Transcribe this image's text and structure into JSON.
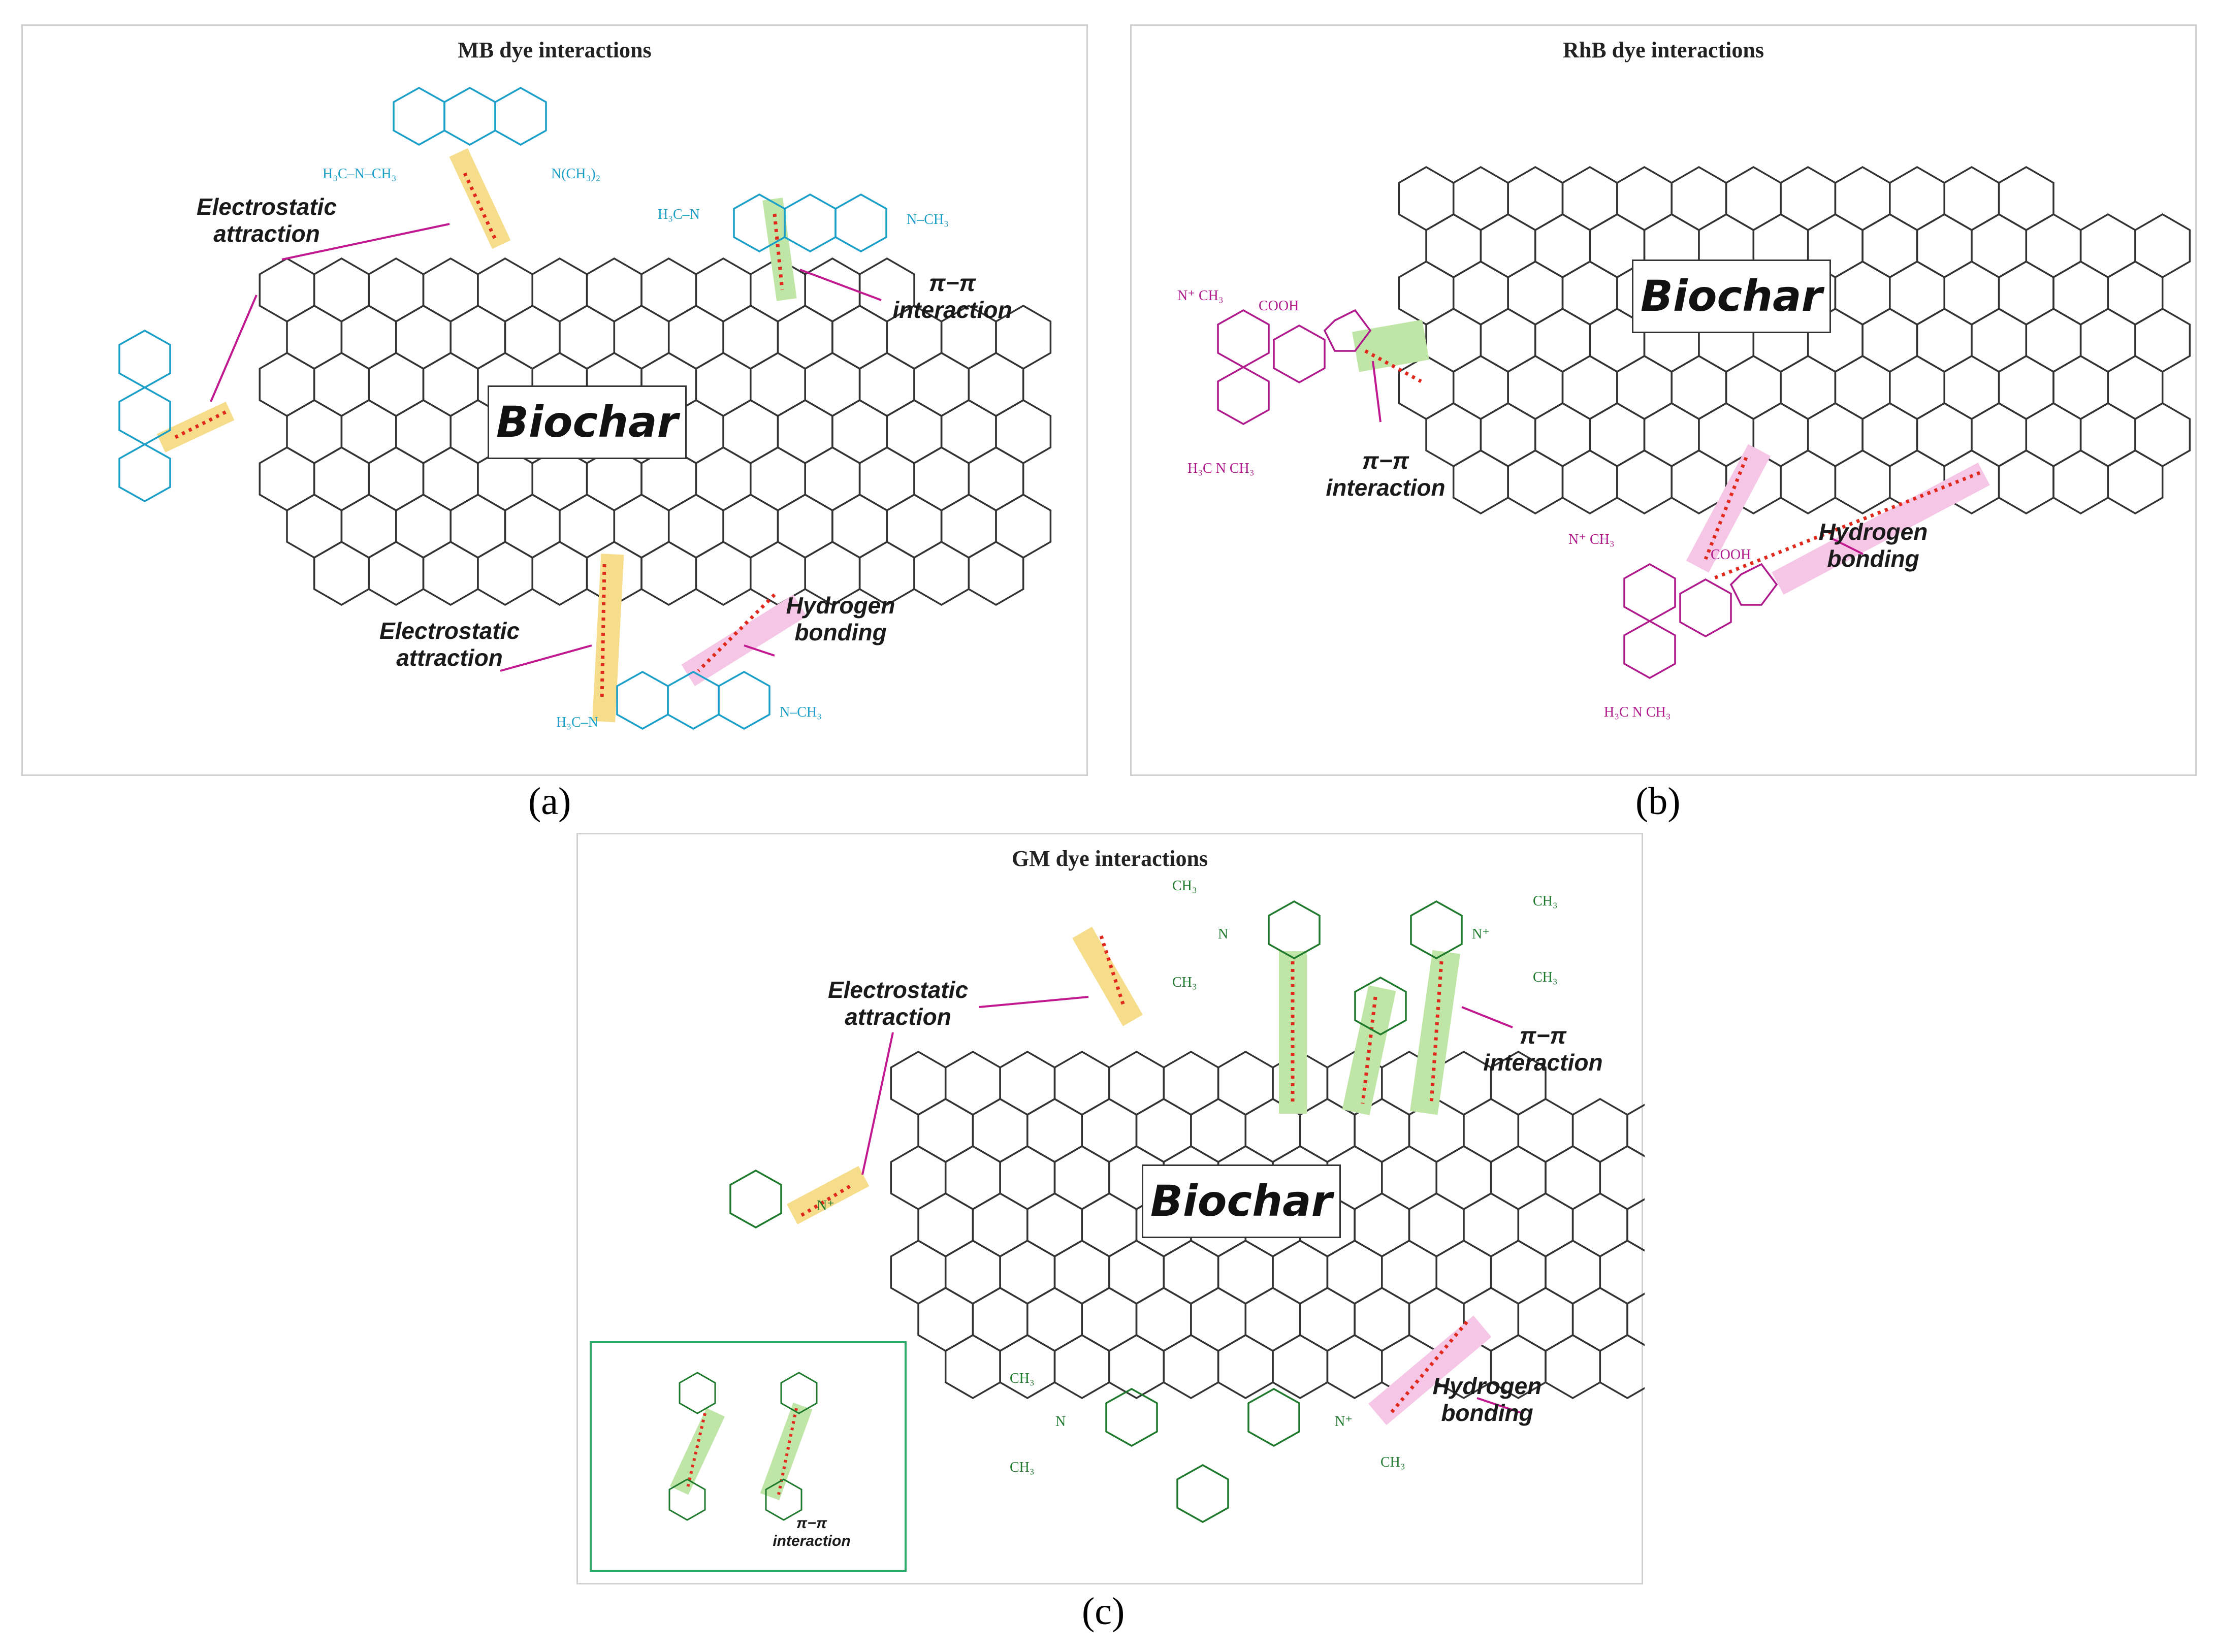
{
  "panels": {
    "a": {
      "title": "MB dye interactions",
      "caption": "(a)",
      "center_label": "Biochar",
      "labels": {
        "electrostatic_top": [
          "Electrostatic",
          "attraction"
        ],
        "pi_pi": [
          "π−π",
          "interaction"
        ],
        "electrostatic_bottom": [
          "Electrostatic",
          "attraction"
        ],
        "hydrogen": [
          "Hydrogen",
          "bonding"
        ]
      }
    },
    "b": {
      "title": "RhB dye interactions",
      "caption": "(b)",
      "center_label": "Biochar",
      "labels": {
        "pi_pi": [
          "π−π",
          "interaction"
        ],
        "hydrogen": [
          "Hydrogen",
          "bonding"
        ]
      }
    },
    "c": {
      "title": "GM dye interactions",
      "caption": "(c)",
      "center_label": "Biochar",
      "labels": {
        "electrostatic": [
          "Electrostatic",
          "attraction"
        ],
        "pi_pi": [
          "π−π",
          "interaction"
        ],
        "hydrogen": [
          "Hydrogen",
          "bonding"
        ],
        "inset_pi_pi": [
          "π−π",
          "interaction"
        ]
      }
    }
  },
  "colors": {
    "mb_dye": "#1a9fc9",
    "rhb_dye": "#b0198c",
    "gm_dye": "#1f7a2e",
    "arrow": "#c2188f",
    "electrostatic_highlight": "#f6dd8c",
    "pi_highlight": "#bfe6a6",
    "hbond_highlight": "#f6c6e6",
    "dotted_line": "#e0281c"
  }
}
